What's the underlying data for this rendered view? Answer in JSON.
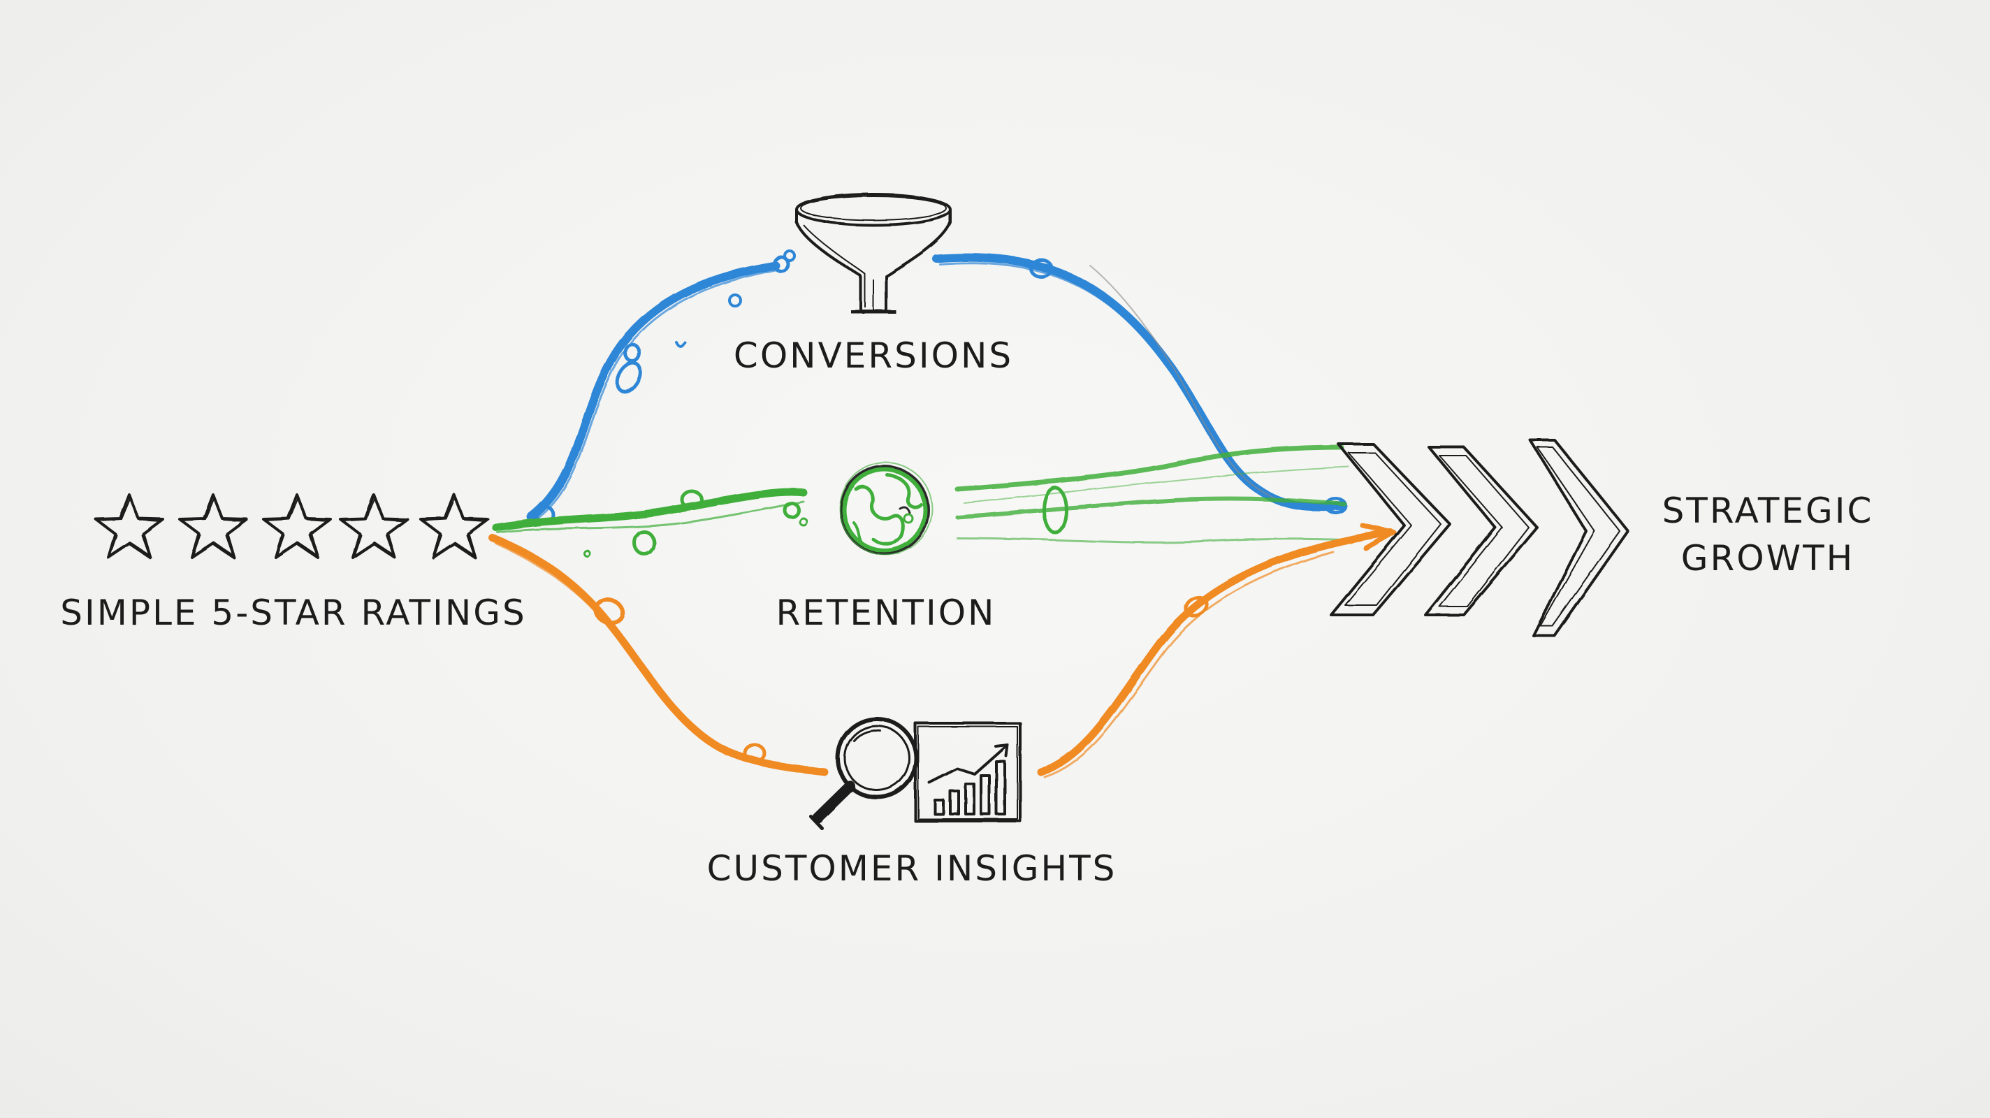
{
  "nodes": {
    "ratings": {
      "label": "SIMPLE 5-STAR RATINGS",
      "icon": "five-stars-icon",
      "star_count": 5
    },
    "conversions": {
      "label": "CONVERSIONS",
      "icon": "funnel-icon"
    },
    "retention": {
      "label": "RETENTION",
      "icon": "globe-icon"
    },
    "insights": {
      "label": "CUSTOMER INSIGHTS",
      "icon": "magnifier-chart-icon"
    },
    "growth": {
      "label_line1": "STRATEGIC",
      "label_line2": "GROWTH",
      "icon": "chevron-arrows-icon"
    }
  },
  "flows": [
    {
      "from": "ratings",
      "via": "conversions",
      "to": "growth",
      "color": "#2f86d6"
    },
    {
      "from": "ratings",
      "via": "retention",
      "to": "growth",
      "color": "#3fae3a"
    },
    {
      "from": "ratings",
      "via": "insights",
      "to": "growth",
      "color": "#f08a24"
    }
  ],
  "colors": {
    "ink": "#1c1c1c",
    "blue": "#2f86d6",
    "green": "#3fae3a",
    "orange": "#f08a24",
    "paper": "#f3f3f1"
  }
}
